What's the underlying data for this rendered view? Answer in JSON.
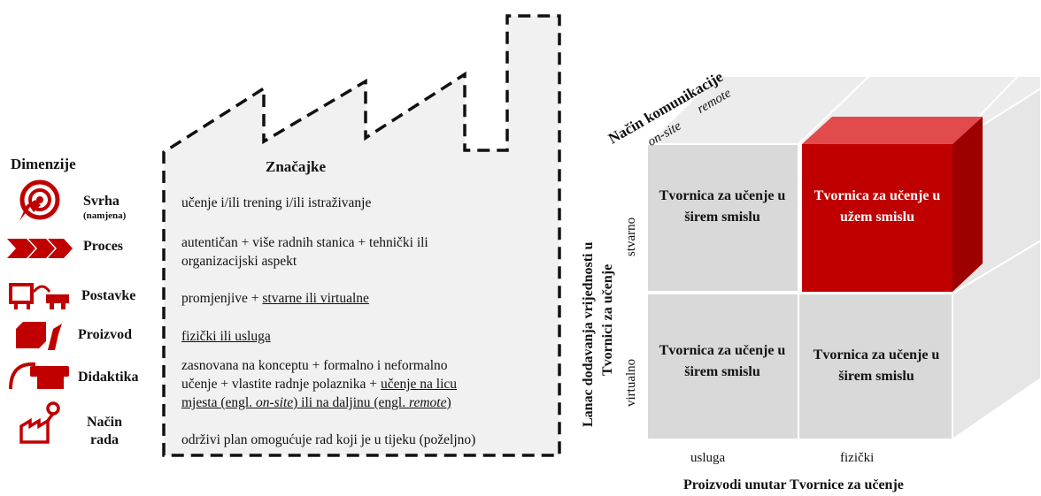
{
  "dimensions": {
    "title": "Dimenzije",
    "items": [
      {
        "label": "Svrha",
        "sub": "(namjena)",
        "icon": "target-cursor-icon"
      },
      {
        "label": "Proces",
        "icon": "process-arrows-icon"
      },
      {
        "label": "Postavke",
        "icon": "machines-icon"
      },
      {
        "label": "Proizvod",
        "icon": "product-box-icon"
      },
      {
        "label": "Didaktika",
        "icon": "teacher-desk-icon"
      },
      {
        "label": "Način",
        "label2": "rada",
        "icon": "factory-gear-icon"
      }
    ]
  },
  "features": {
    "title": "Značajke",
    "svrha": "učenje i/ili trening i/ili istraživanje",
    "proces_1": "autentičan + više radnih stanica + tehnički ili",
    "proces_2": "organizacijski  aspekt",
    "postavke_a": "promjenjive + ",
    "postavke_b": "stvarne ili virtualne",
    "proizvod": "fizički ili usluga",
    "didaktika_1": "zasnovana  na konceptu + formalno  i neformalno",
    "didaktika_2a": "učenje + vlastite radnje polaznika + ",
    "didaktika_2b": "učenje na licu",
    "didaktika_3a": "mjesta (engl. ",
    "didaktika_3b": "on-site",
    "didaktika_3c": ") ili na daljinu (engl. ",
    "didaktika_3d": "remote",
    "didaktika_3e": ")",
    "nacin_rada": "održivi plan omogućuje rad koji je u tijeku (poželjno)"
  },
  "cube": {
    "top_axis_title": "Način komunikacije",
    "top_onsite": "on-site",
    "top_remote": "remote",
    "left_axis_line1": "Lanac dodavanja vrijednosti u",
    "left_axis_line2": "Tvornici za učenje",
    "left_stvarno": "stvarno",
    "left_virtualno": "virtualno",
    "bottom_usluga": "usluga",
    "bottom_fizicki": "fizički",
    "bottom_axis_title": "Proizvodi unutar Tvornice za učenje",
    "cells": {
      "top_left": "Tvornica za učenje u širem smislu",
      "top_right": "Tvornica za učenje u užem smislu",
      "bottom_left": "Tvornica za učenje u širem smislu",
      "bottom_right": "Tvornica za učenje u širem smislu"
    },
    "colors": {
      "highlight": "#c00000",
      "cell": "#d9d9d9",
      "side": "#e6e6e6",
      "top": "#ececec"
    }
  }
}
